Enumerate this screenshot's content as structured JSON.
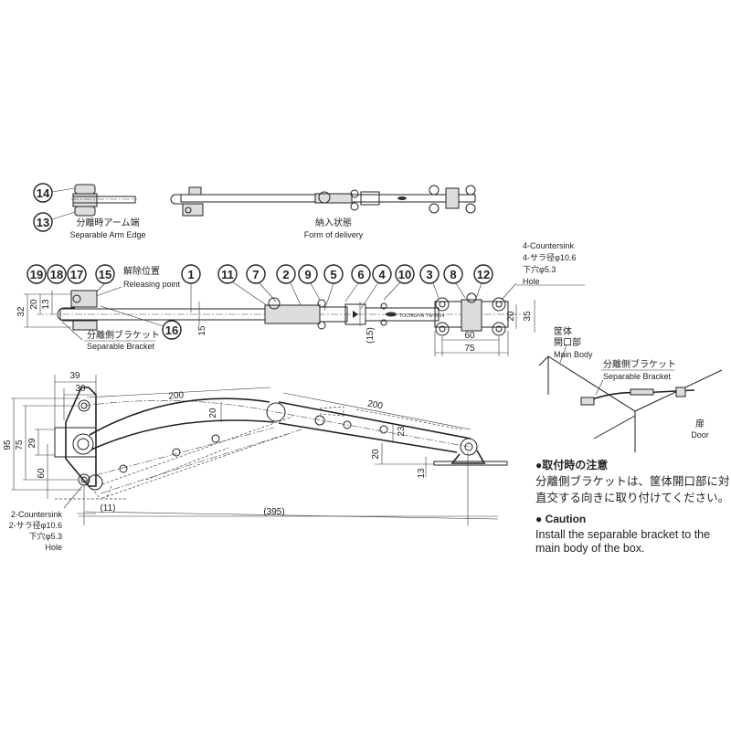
{
  "arm_edge": {
    "jp": "分離時アーム端",
    "en": "Separable Arm Edge",
    "parts": [
      "14",
      "13"
    ]
  },
  "delivery": {
    "jp": "納入状態",
    "en": "Form of delivery"
  },
  "plan": {
    "bubbles": [
      "19",
      "18",
      "17",
      "15",
      "1",
      "11",
      "7",
      "2",
      "9",
      "5",
      "6",
      "4",
      "10",
      "3",
      "8",
      "12",
      "16"
    ],
    "releasing_jp": "解除位置",
    "releasing_en": "Releasing point",
    "bracket_jp": "分離側ブラケット",
    "bracket_en": "Separable Bracket",
    "cs_en": "4-Countersink",
    "cs_jp": "4-サラ径φ10.6",
    "hole_jp": "下穴φ5.3",
    "hole_en": "Hole",
    "dims": {
      "d32": "32",
      "d20": "20",
      "d13": "13",
      "d15": "15",
      "d15p": "(15)",
      "r20": "20",
      "r35": "35",
      "d60": "60",
      "d75": "75"
    },
    "logo": "TOCHIGIYA",
    "model": "TW-2014"
  },
  "side": {
    "dims": {
      "d39": "39",
      "d30": "30",
      "d95": "95",
      "d75": "75",
      "d29": "29",
      "d60": "60",
      "d11": "(11)",
      "a200": "200",
      "a20": "20",
      "b200": "200",
      "d23": "23",
      "c20": "20",
      "d13": "13",
      "d395": "(395)"
    },
    "cs_en": "2-Countersink",
    "cs_jp": "2-サラ径φ10.6",
    "hole_jp": "下穴φ5.3",
    "hole_en": "Hole"
  },
  "install": {
    "body_jp1": "筐体",
    "body_jp2": "開口部",
    "body_en": "Main Body",
    "bracket_jp": "分離側ブラケット",
    "bracket_en": "Separable Bracket",
    "door_jp": "扉",
    "door_en": "Door"
  },
  "notes": {
    "jp_title": "●取付時の注意",
    "jp_line1": "分離側ブラケットは、筐体開口部に対し、",
    "jp_line2": "直交する向きに取り付けてください。",
    "en_title": "● Caution",
    "en_line1": "Install the separable bracket to the",
    "en_line2": "main body of the box."
  }
}
